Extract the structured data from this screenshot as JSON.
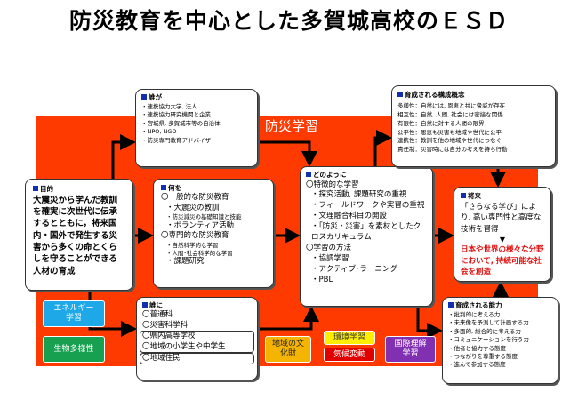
{
  "title": "防災教育を中心とした多賀城高校のＥＳＤ",
  "bg_label": "防災学習",
  "who": {
    "heading": "誰が",
    "items": [
      "・連携協力大学, 法人",
      "・連携協力研究機関と企業",
      "・宮城県, 多賀城市等の自治体",
      "・NPO, NGO",
      "・防災専門教育アドバイザー"
    ]
  },
  "purpose": {
    "heading": "目的",
    "text": "大震災から学んだ教訓を確実に次世代に伝承するとともに，将来国内・国外で発生する災害から多くの命とくらしを守ることができる人材の育成"
  },
  "what": {
    "heading": "何を",
    "items": [
      "〇一般的な防災教育",
      "・大震災の教訓",
      "・防災減災の基礎知識と技能",
      "・ボランティア活動",
      "〇専門的な防災教育",
      "・自然科学的な学習",
      "・人間･社会科学的な学習",
      "・課題研究"
    ]
  },
  "how": {
    "heading": "どのように",
    "items": [
      "〇特徴的な学習",
      "・探究活動, 課題研究の重視",
      "・フィールドワークや実習の重視",
      "・文理融合科目の開設",
      "・「防災・災害」を素材としたクロスカリキュラム",
      "〇学習の方法",
      "・協調学習",
      "・アクティブ･ラーニング",
      "・PBL"
    ]
  },
  "concepts": {
    "heading": "育成される構成概念",
    "items": [
      "多様性：自然には, 恩恵と共に脅威が存在",
      "相互性：自然, 人間, 社会には密接な関係",
      "有限性：自然に対する人間の限界",
      "公平性：恩恵も災害も地域や世代に公平",
      "連携性：教訓を他の地域や世代につなぐ",
      "責任制：災害時には自分の考えを持ち行動"
    ]
  },
  "future": {
    "heading": "将来",
    "text": "「さらなる学び」により, 高い専門性と高度な技術を習得",
    "arrow": "▼",
    "goal": "日本や世界の様々な分野において, 持続可能な社会を創造"
  },
  "whom": {
    "heading": "誰に",
    "items": [
      "〇普通科",
      "〇災害科学科",
      "〇県内高等学校",
      "〇地域の小学生や中学生",
      "〇地域住民"
    ]
  },
  "abilities": {
    "heading": "育成される能力",
    "items": [
      "・批判的に考える力",
      "・未来像を予測して計画する力",
      "・多面的, 総合的に考える力",
      "・コミュニケーションを行う力",
      "・他者と協力する態度",
      "・つながりを尊重する態度",
      "・進んで参加する態度"
    ]
  },
  "tags": {
    "energy": "エネルギー学習",
    "bio": "生物多様性",
    "culture": "地域の文化財",
    "env": "環境学習",
    "climate": "気候変動",
    "intl": "国際理解学習"
  },
  "colors": {
    "bg": "#ff3a00",
    "energy": "#1ea8e8",
    "bio": "#16a050",
    "culture": "#f5b400",
    "env": "#ffee00",
    "climate": "#e00000",
    "intl": "#8030b0"
  }
}
